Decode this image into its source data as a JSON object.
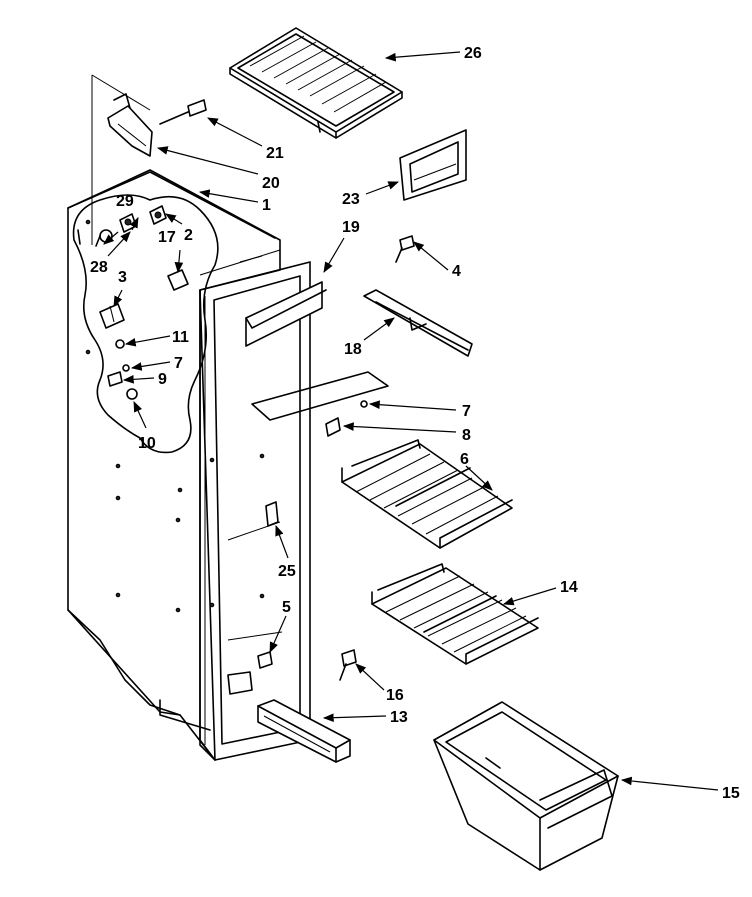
{
  "callouts": {
    "c26": "26",
    "c21": "21",
    "c20": "20",
    "c1": "1",
    "c29": "29",
    "c2": "2",
    "c17": "17",
    "c28": "28",
    "c3": "3",
    "c11": "11",
    "c7a": "7",
    "c9": "9",
    "c10": "10",
    "c23": "23",
    "c19": "19",
    "c4": "4",
    "c18": "18",
    "c7b": "7",
    "c8": "8",
    "c6": "6",
    "c14": "14",
    "c25": "25",
    "c5": "5",
    "c16": "16",
    "c13": "13",
    "c15": "15"
  }
}
